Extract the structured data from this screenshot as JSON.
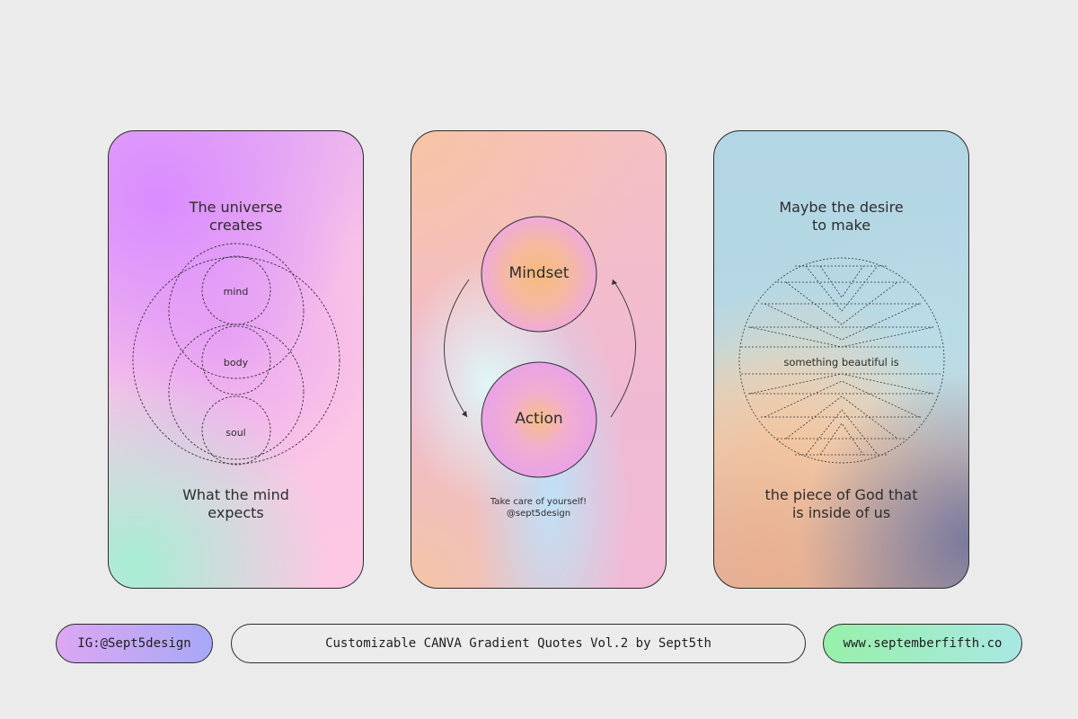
{
  "cards": [
    {
      "top_quote": [
        "The universe",
        "creates"
      ],
      "labels": [
        "mind",
        "body",
        "soul"
      ],
      "bottom_quote": [
        "What the mind",
        "expects"
      ]
    },
    {
      "labels": [
        "Mindset",
        "Action"
      ],
      "footer": [
        "Take care of yourself!",
        "@sept5design"
      ]
    },
    {
      "top_quote": [
        "Maybe the desire",
        "to make"
      ],
      "middle_text": "something beautiful is",
      "bottom_quote": [
        "the piece of God that",
        "is inside of us"
      ]
    }
  ],
  "footer": {
    "instagram": "IG:@Sept5design",
    "title": "Customizable CANVA Gradient Quotes Vol.2 by Sept5th",
    "website": "www.septemberfifth.co"
  },
  "colors": {
    "border": "#2b2b2b",
    "background": "#ebebeb"
  }
}
